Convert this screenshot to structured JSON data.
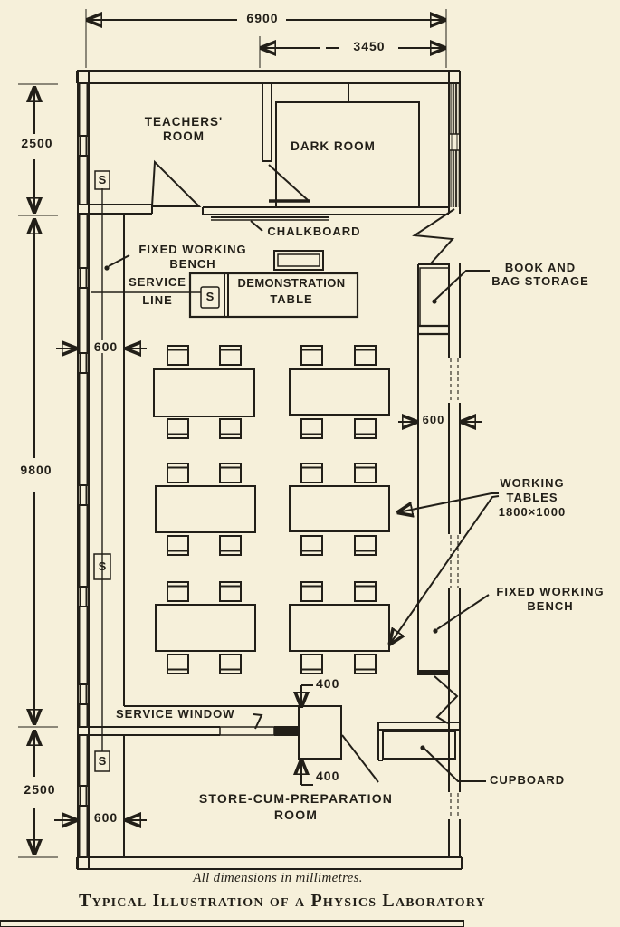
{
  "colors": {
    "paper": "#f6f0da",
    "ink": "#221f18"
  },
  "dimensions": {
    "overall_width": "6900",
    "dark_room_width": "3450",
    "top_rooms_depth": "2500",
    "laboratory_length": "9800",
    "store_room_depth": "2500",
    "left_bench_depth": "600",
    "right_bench_depth": "600",
    "store_bench_depth": "600",
    "service_counter_top": "400",
    "service_counter_bottom": "400"
  },
  "rooms": {
    "teachers_room": {
      "line1": "TEACHERS'",
      "line2": "ROOM"
    },
    "dark_room": "DARK ROOM",
    "store_room": {
      "line1": "STORE-CUM-PREPARATION",
      "line2": "ROOM"
    }
  },
  "annotations": {
    "chalkboard": "CHALKBOARD",
    "fixed_working_bench_left": {
      "line1": "FIXED WORKING",
      "line2": "BENCH"
    },
    "service_line": {
      "line1": "SERVICE",
      "line2": "LINE"
    },
    "demonstration_table": {
      "line1": "DEMONSTRATION",
      "line2": "TABLE"
    },
    "book_and_bag_storage": {
      "line1": "BOOK AND",
      "line2": "BAG STORAGE"
    },
    "working_tables": {
      "line1": "WORKING",
      "line2": "TABLES",
      "line3": "1800×1000"
    },
    "fixed_working_bench_right": {
      "line1": "FIXED WORKING",
      "line2": "BENCH"
    },
    "service_window": "SERVICE WINDOW",
    "cupboard": "CUPBOARD",
    "service_point": "S"
  },
  "footer": {
    "caption": "All dimensions in millimetres.",
    "title": "Typical Illustration of a Physics Laboratory"
  }
}
